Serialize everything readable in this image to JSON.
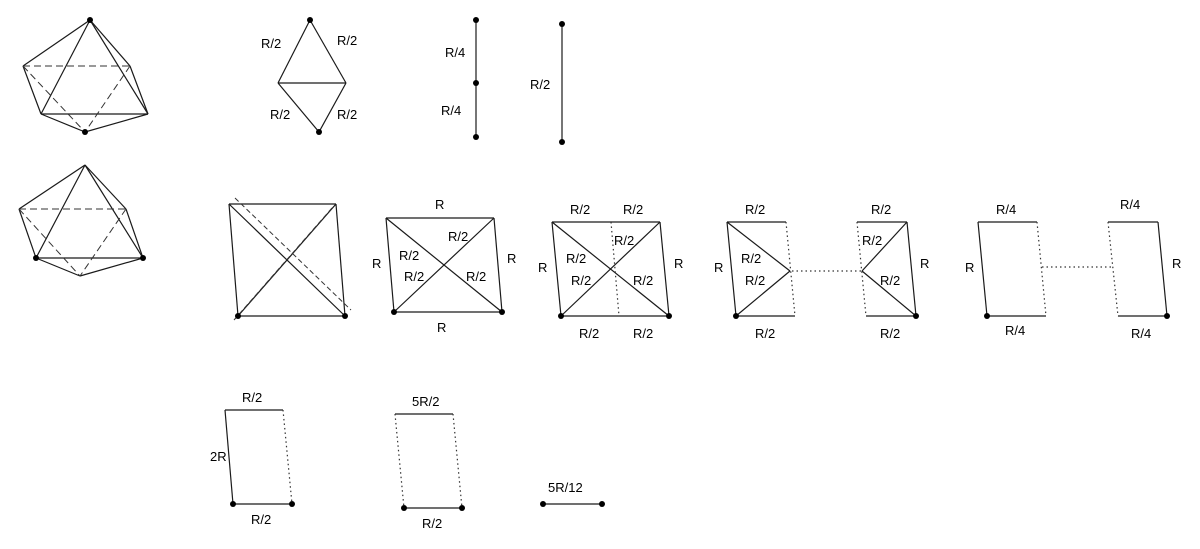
{
  "colors": {
    "line": "#1a1a1a",
    "background": "#ffffff"
  },
  "figures": {
    "octahedron_top": {
      "name": "octahedron with vertices at top and bottom"
    },
    "rhombus": {
      "labels": [
        "R/2",
        "R/2",
        "R/2",
        "R/2"
      ]
    },
    "segment_split": {
      "labels": [
        "R/4",
        "R/4"
      ]
    },
    "segment_full": {
      "label": "R/2"
    },
    "octahedron_side": {
      "name": "octahedron with vertices at base"
    },
    "square_x": {
      "name": "square with diagonals"
    },
    "square_labeled": {
      "top": "R",
      "left": "R",
      "right": "R",
      "bottom": "R",
      "d1": "R/2",
      "d2": "R/2",
      "d3": "R/2",
      "d4": "R/2"
    },
    "square_split": {
      "top_left": "R/2",
      "top_right": "R/2",
      "left": "R",
      "right": "R",
      "d1": "R/2",
      "d2": "R/2",
      "d3": "R/2",
      "d4": "R/2",
      "bottom_left": "R/2",
      "bottom_right": "R/2"
    },
    "half_left": {
      "top": "R/2",
      "left": "R",
      "d1": "R/2",
      "d2": "R/2",
      "bottom": "R/2"
    },
    "half_right": {
      "top": "R/2",
      "right": "R",
      "d1": "R/2",
      "d2": "R/2",
      "bottom": "R/2"
    },
    "quarter_left": {
      "top": "R/4",
      "left": "R",
      "bottom": "R/4"
    },
    "quarter_right": {
      "top": "R/4",
      "right": "R",
      "bottom": "R/4"
    },
    "rect_2r": {
      "top": "R/2",
      "left": "2R",
      "bottom": "R/2"
    },
    "rect_5r2": {
      "top": "5R/2",
      "bottom": "R/2"
    },
    "segment_5r12": {
      "label": "5R/12"
    }
  }
}
